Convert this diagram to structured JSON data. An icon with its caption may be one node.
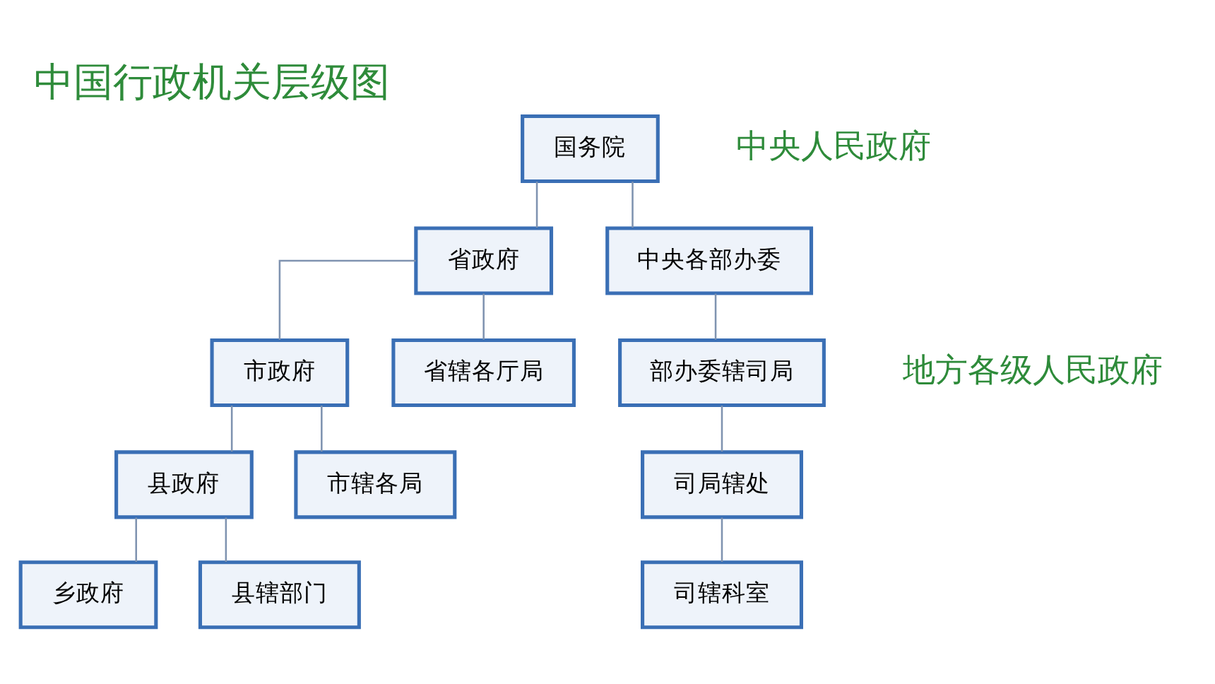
{
  "diagram": {
    "title": "中国行政机关层级图",
    "nodes": [
      {
        "text": [
          "国务院"
        ]
      },
      {
        "text": [
          "省政府"
        ]
      },
      {
        "text": [
          "中央各部办委"
        ]
      },
      {
        "text": [
          "市政府"
        ]
      },
      {
        "text": [
          "省辖各厅局"
        ]
      },
      {
        "text": [
          "部办委辖司局"
        ]
      },
      {
        "text": [
          "县政府"
        ]
      },
      {
        "text": [
          "市辖各局"
        ]
      },
      {
        "text": [
          "司局辖处"
        ]
      },
      {
        "text": [
          "乡政府"
        ]
      },
      {
        "text": [
          "县辖部门"
        ]
      },
      {
        "text": [
          "司辖科室"
        ]
      }
    ],
    "edges": [
      {
        "from": 0,
        "to": 1,
        "arrow": "none"
      },
      {
        "from": 0,
        "to": 2,
        "arrow": "none"
      },
      {
        "from": 1,
        "to": 3,
        "arrow": "none"
      },
      {
        "from": 1,
        "to": 4,
        "arrow": "none"
      },
      {
        "from": 2,
        "to": 5,
        "arrow": "none"
      },
      {
        "from": 3,
        "to": 6,
        "arrow": "none"
      },
      {
        "from": 3,
        "to": 7,
        "arrow": "none"
      },
      {
        "from": 5,
        "to": 8,
        "arrow": "none"
      },
      {
        "from": 6,
        "to": 9,
        "arrow": "none"
      },
      {
        "from": 6,
        "to": 10,
        "arrow": "none"
      },
      {
        "from": 8,
        "to": 11,
        "arrow": "none"
      }
    ],
    "labels": [
      "中央人民政府",
      "地方各级人民政府"
    ]
  }
}
